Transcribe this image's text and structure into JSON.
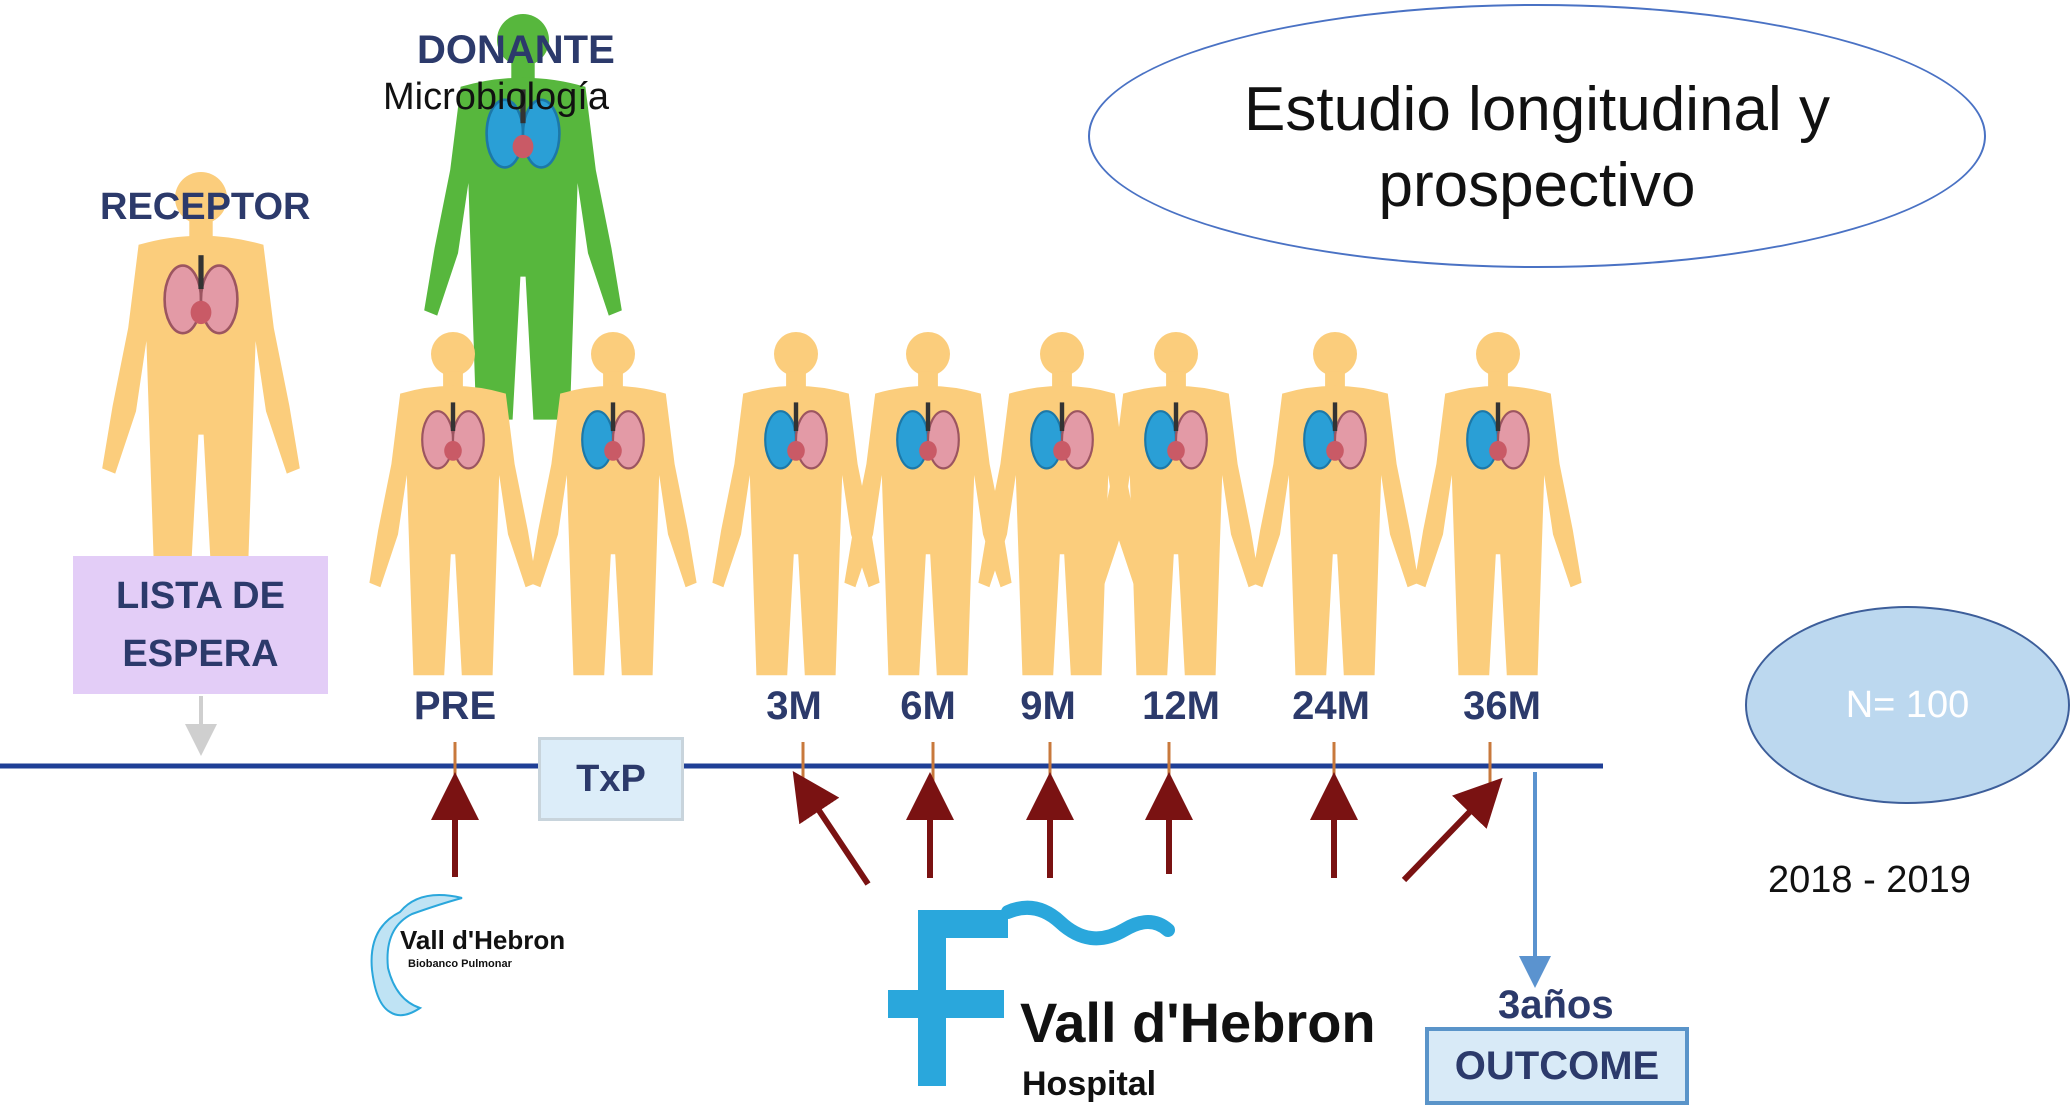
{
  "receptor": {
    "title": "RECEPTOR"
  },
  "donante": {
    "title": "DONANTE",
    "subtitle": "Microbiología"
  },
  "study": {
    "text": "Estudio longitudinal y prospectivo"
  },
  "wait_list": {
    "label": "LISTA DE ESPERA"
  },
  "transplant": {
    "label": "TxP"
  },
  "timeline": {
    "points": [
      {
        "label": "PRE"
      },
      {
        "label": "3M"
      },
      {
        "label": "6M"
      },
      {
        "label": "9M"
      },
      {
        "label": "12M"
      },
      {
        "label": "24M"
      },
      {
        "label": "36M"
      }
    ]
  },
  "sample_size": {
    "label": "N= 100"
  },
  "period": {
    "label": "2018 - 2019"
  },
  "outcome": {
    "years": "3años",
    "label": "OUTCOME"
  },
  "biobank": {
    "name": "Vall d'Hebron",
    "sub": "Biobanco Pulmonar"
  },
  "hospital": {
    "name": "Vall d'Hebron",
    "sub": "Hospital"
  },
  "colors": {
    "body": "#fbcd7c",
    "donor": "#57b73d",
    "lung_graft": "#2a9fd6",
    "timeline": "#1f3f96",
    "arrow": "#7a1212",
    "hospital_logo": "#2aa7dc"
  }
}
